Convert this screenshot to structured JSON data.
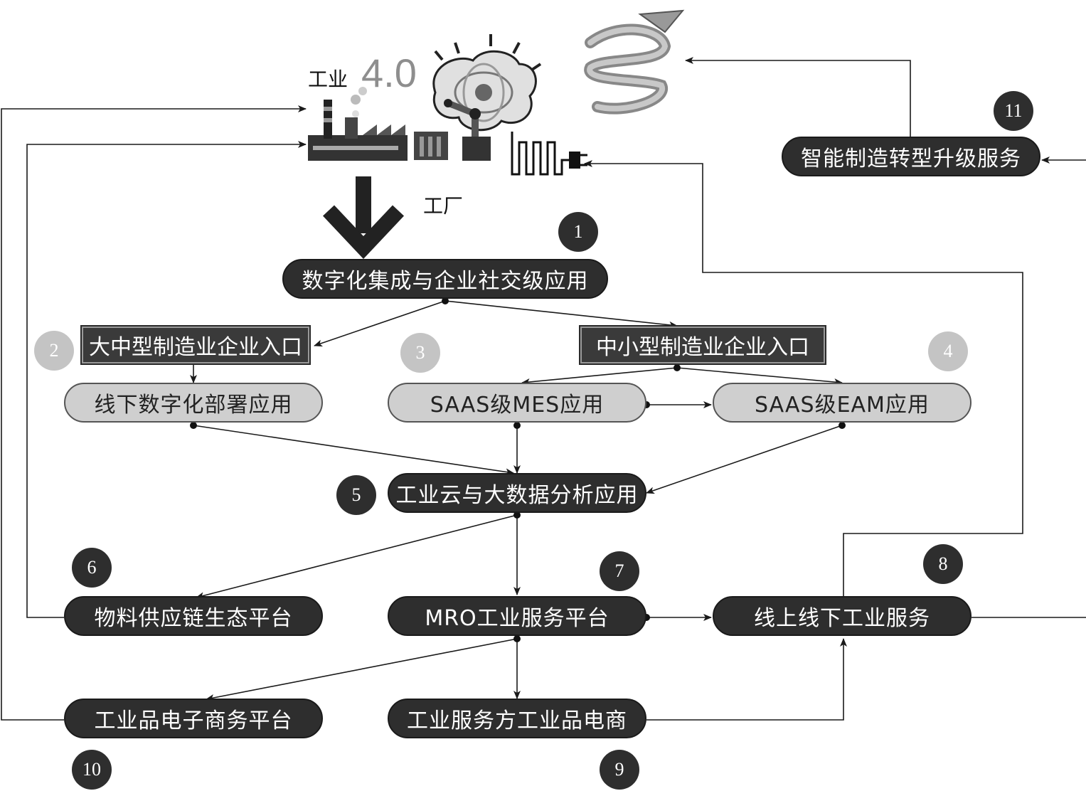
{
  "illustration": {
    "industry_label": "工业",
    "version_label": "4.0",
    "factory_label": "工厂",
    "icons": [
      "factory-icon",
      "brain-gear-icon",
      "robot-arm-icon",
      "spiral-drill-icon",
      "power-plug-icon"
    ]
  },
  "nodes": {
    "n1": "数字化集成与企业社交级应用",
    "n2": "大中型制造业企业入口",
    "n3": "中小型制造业企业入口",
    "n_offline": "线下数字化部署应用",
    "n_mes": "SAAS级MES应用",
    "n_eam": "SAAS级EAM应用",
    "n5": "工业云与大数据分析应用",
    "n6": "物料供应链生态平台",
    "n7": "MRO工业服务平台",
    "n8": "线上线下工业服务",
    "n10": "工业品电子商务平台",
    "n9": "工业服务方工业品电商",
    "n11": "智能制造转型升级服务"
  },
  "badges": {
    "b1": "1",
    "b2": "2",
    "b3": "3",
    "b4": "4",
    "b5": "5",
    "b6": "6",
    "b7": "7",
    "b8": "8",
    "b9": "9",
    "b10": "10",
    "b11": "11"
  },
  "colors": {
    "dark": "#2e2e2e",
    "light": "#cfcfcf",
    "line": "#1a1a1a"
  }
}
